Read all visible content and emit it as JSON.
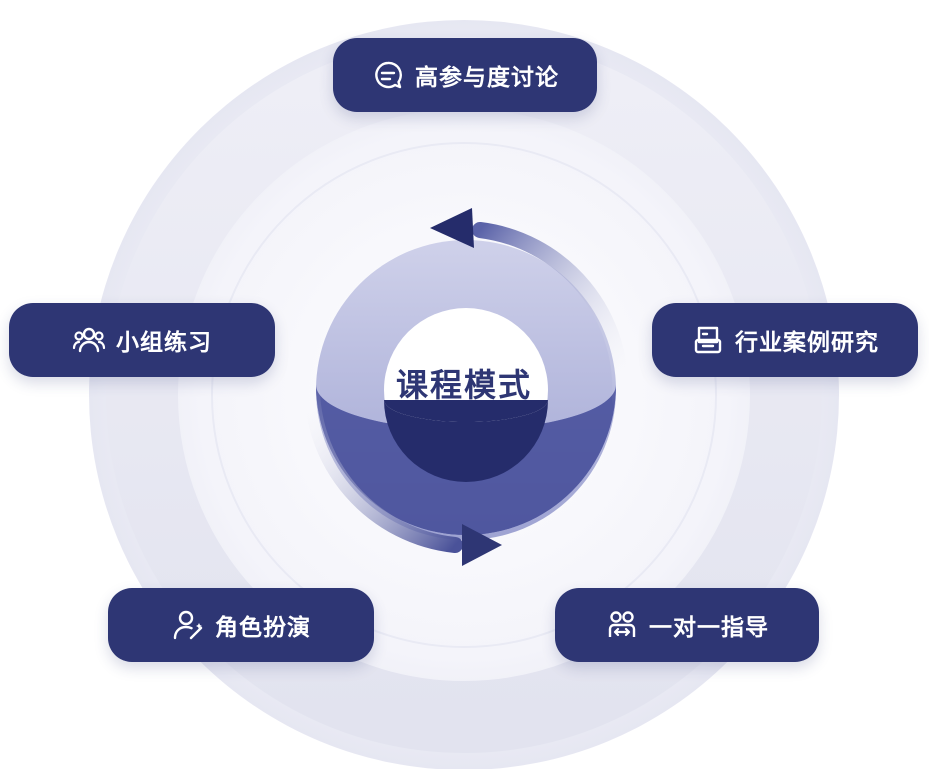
{
  "center": {
    "title": "课程模式"
  },
  "nodes": [
    {
      "label": "高参与度讨论",
      "icon": "chat-bubble-icon"
    },
    {
      "label": "行业案例研究",
      "icon": "document-print-icon"
    },
    {
      "label": "一对一指导",
      "icon": "mentoring-icon"
    },
    {
      "label": "角色扮演",
      "icon": "person-magic-icon"
    },
    {
      "label": "小组练习",
      "icon": "group-icon"
    }
  ],
  "colors": {
    "primary": "#2e3674",
    "ring": "#e8e9f4",
    "sphere_light": "#a7acd6"
  }
}
